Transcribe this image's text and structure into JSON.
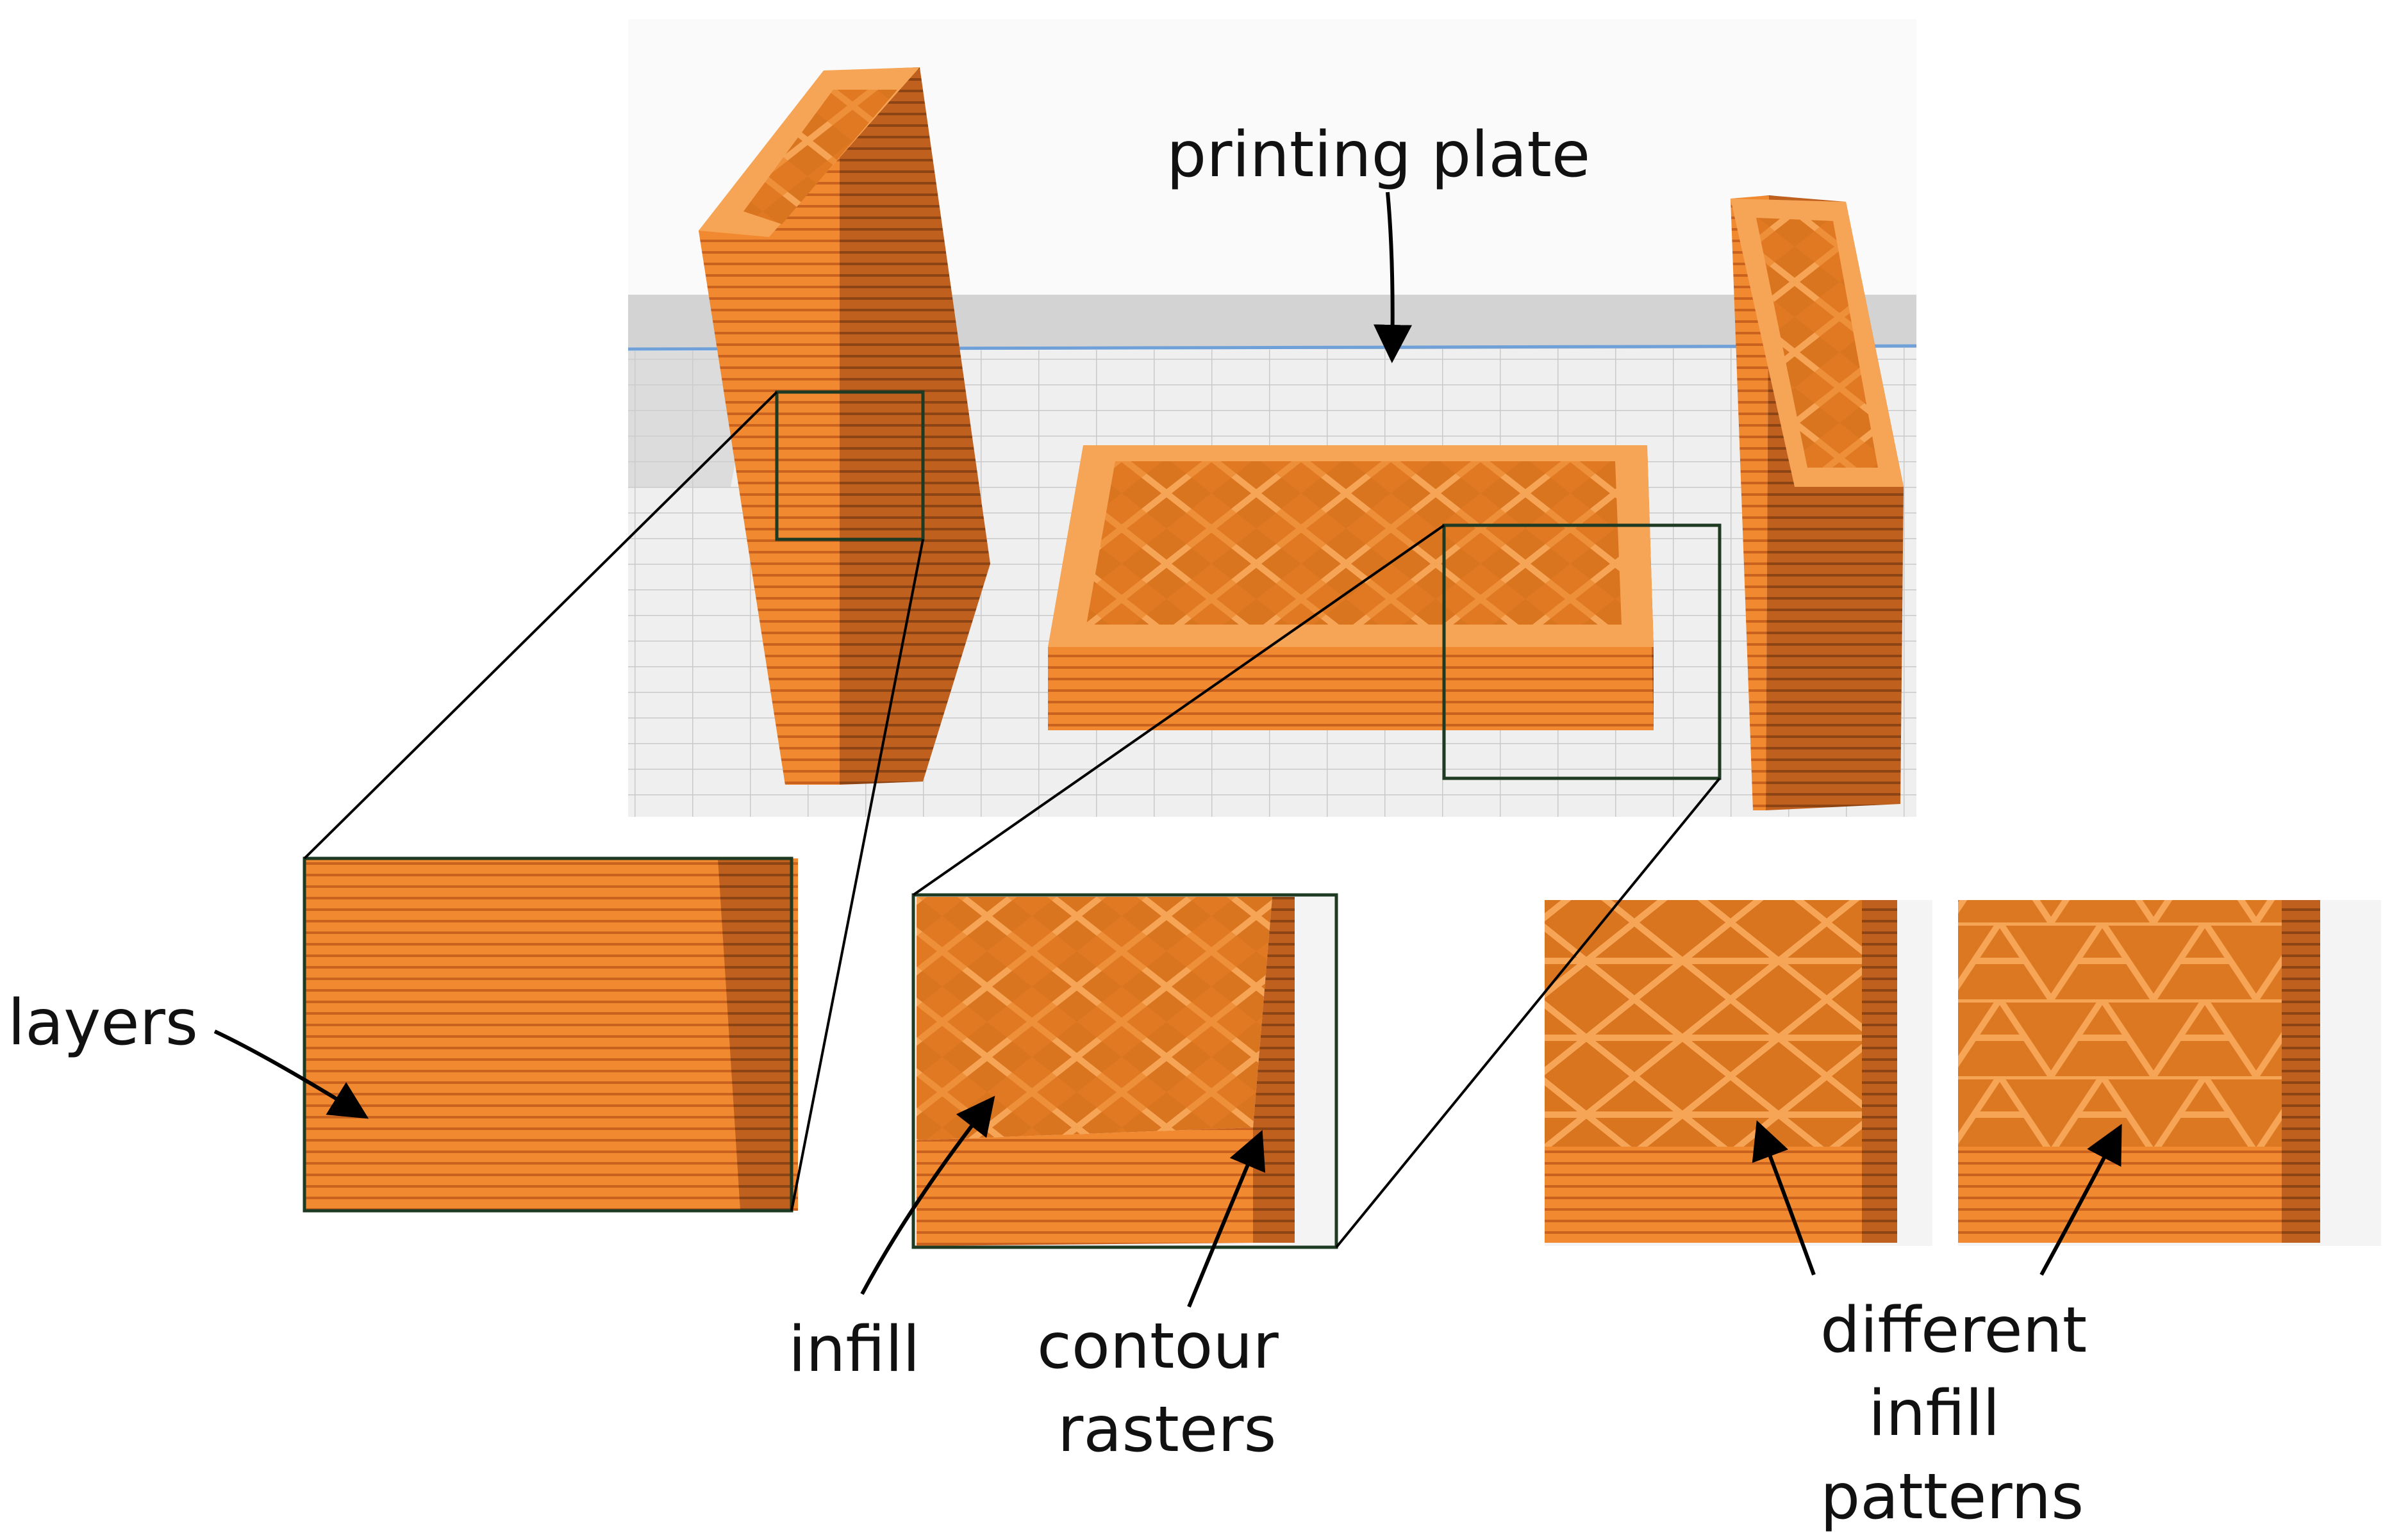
{
  "labels": {
    "printing_plate": "printing plate",
    "layers": "layers",
    "infill": "infill",
    "contour_rasters_line1": "contour",
    "contour_rasters_line2": "rasters",
    "different_line1": "different",
    "different_line2": "infill",
    "different_line3": "patterns"
  },
  "colors": {
    "filament_orange": "#F0892F",
    "filament_dark": "#B8551C",
    "filament_light": "#F6A455",
    "plate_grey": "#E9E9E9",
    "grid_line": "#C9C9C9",
    "plate_backdrop": "#D3D3D3",
    "blue_edge": "#6FA0D8",
    "zoom_frame": "#1E3A22",
    "callout_line": "#000000"
  }
}
